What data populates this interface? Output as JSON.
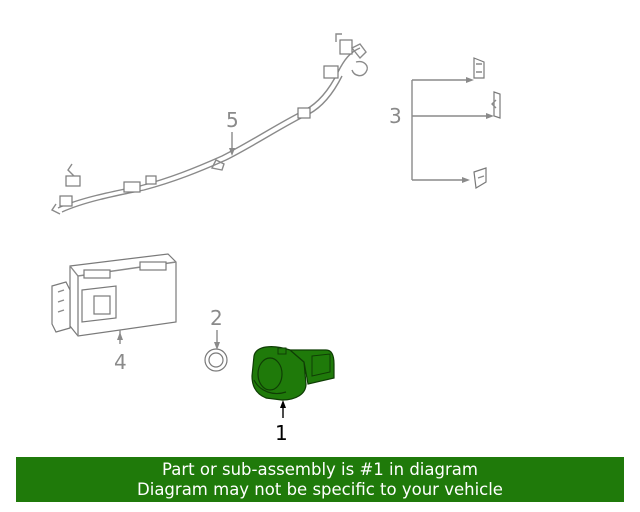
{
  "callouts": {
    "part1": "1",
    "part2": "2",
    "part3": "3",
    "part4": "4",
    "part5": "5"
  },
  "highlighted_part": "1",
  "banner": {
    "line1": "Part or sub-assembly is #1 in diagram",
    "line2": "Diagram may not be specific to your vehicle"
  },
  "colors": {
    "highlight": "#1f7a0a",
    "line": "#8a8a8a",
    "banner_text": "#ffffff"
  }
}
